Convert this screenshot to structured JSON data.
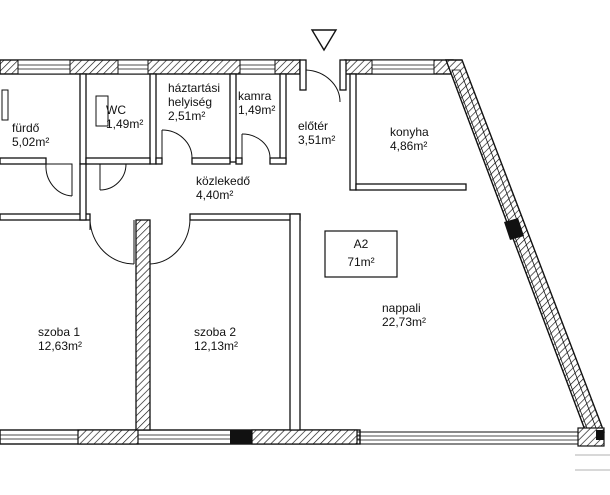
{
  "apartment": {
    "code": "A2",
    "area": "71m²"
  },
  "rooms": [
    {
      "id": "furdo",
      "lines": [
        "fürdő",
        "5,02m²"
      ]
    },
    {
      "id": "wc",
      "lines": [
        "WC",
        "1,49m²"
      ]
    },
    {
      "id": "haztartasi",
      "lines": [
        "háztartási",
        "helyiség",
        "2,51m²"
      ]
    },
    {
      "id": "kamra",
      "lines": [
        "kamra",
        "1,49m²"
      ]
    },
    {
      "id": "eloter",
      "lines": [
        "előtér",
        "3,51m²"
      ]
    },
    {
      "id": "konyha",
      "lines": [
        "konyha",
        "4,86m²"
      ]
    },
    {
      "id": "kozlekedo",
      "lines": [
        "közlekedő",
        "4,40m²"
      ]
    },
    {
      "id": "szoba1",
      "lines": [
        "szoba 1",
        "12,63m²"
      ]
    },
    {
      "id": "szoba2",
      "lines": [
        "szoba 2",
        "12,13m²"
      ]
    },
    {
      "id": "nappali",
      "lines": [
        "nappali",
        "22,73m²"
      ]
    }
  ],
  "colors": {
    "wall": "#111111",
    "hatch": "#111111",
    "background": "#ffffff"
  }
}
